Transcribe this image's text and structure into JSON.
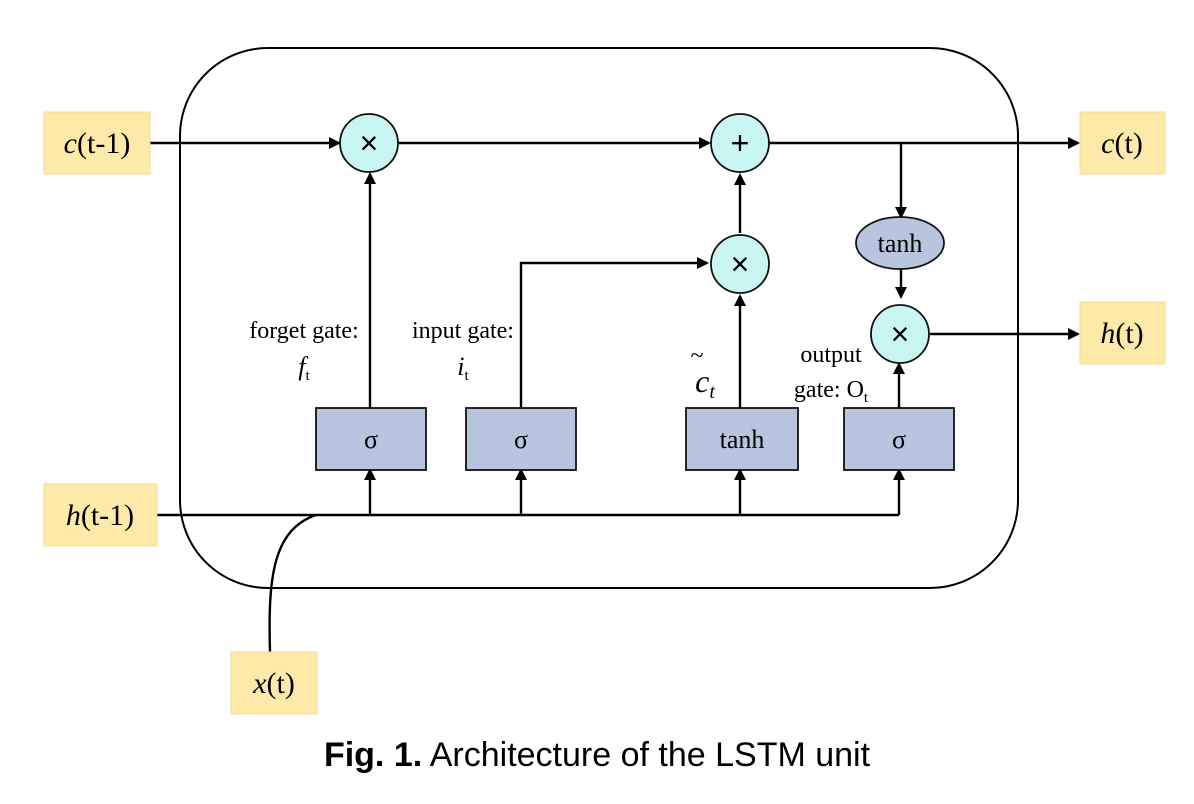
{
  "io": {
    "c_prev": {
      "var": "c",
      "arg": "(t-1)"
    },
    "c_next": {
      "var": "c",
      "arg": "(t)"
    },
    "h_prev": {
      "var": "h",
      "arg": "(t-1)"
    },
    "h_next": {
      "var": "h",
      "arg": "(t)"
    },
    "x_in": {
      "var": "x",
      "arg": "(t)"
    }
  },
  "ops": {
    "times": "×",
    "plus": "+"
  },
  "gates": {
    "forget": {
      "fn": "σ",
      "label_line1": "forget gate:",
      "sym": "f",
      "sub": "t"
    },
    "input": {
      "fn": "σ",
      "label_line1": "input gate:",
      "sym": "i",
      "sub": "t"
    },
    "cand": {
      "fn": "tanh",
      "sym": "c",
      "accent": "~",
      "sub": "t"
    },
    "output": {
      "fn": "σ",
      "label_line1": "output",
      "label_line2_prefix": "gate: ",
      "sym": "O",
      "sub": "t"
    }
  },
  "cell_tanh": "tanh",
  "caption": {
    "bold": "Fig. 1.",
    "text": " Architecture of the LSTM unit"
  },
  "colors": {
    "io_fill": "#fde9a8",
    "gate_fill": "#b8c5df",
    "op_fill": "#c9f6f3"
  }
}
